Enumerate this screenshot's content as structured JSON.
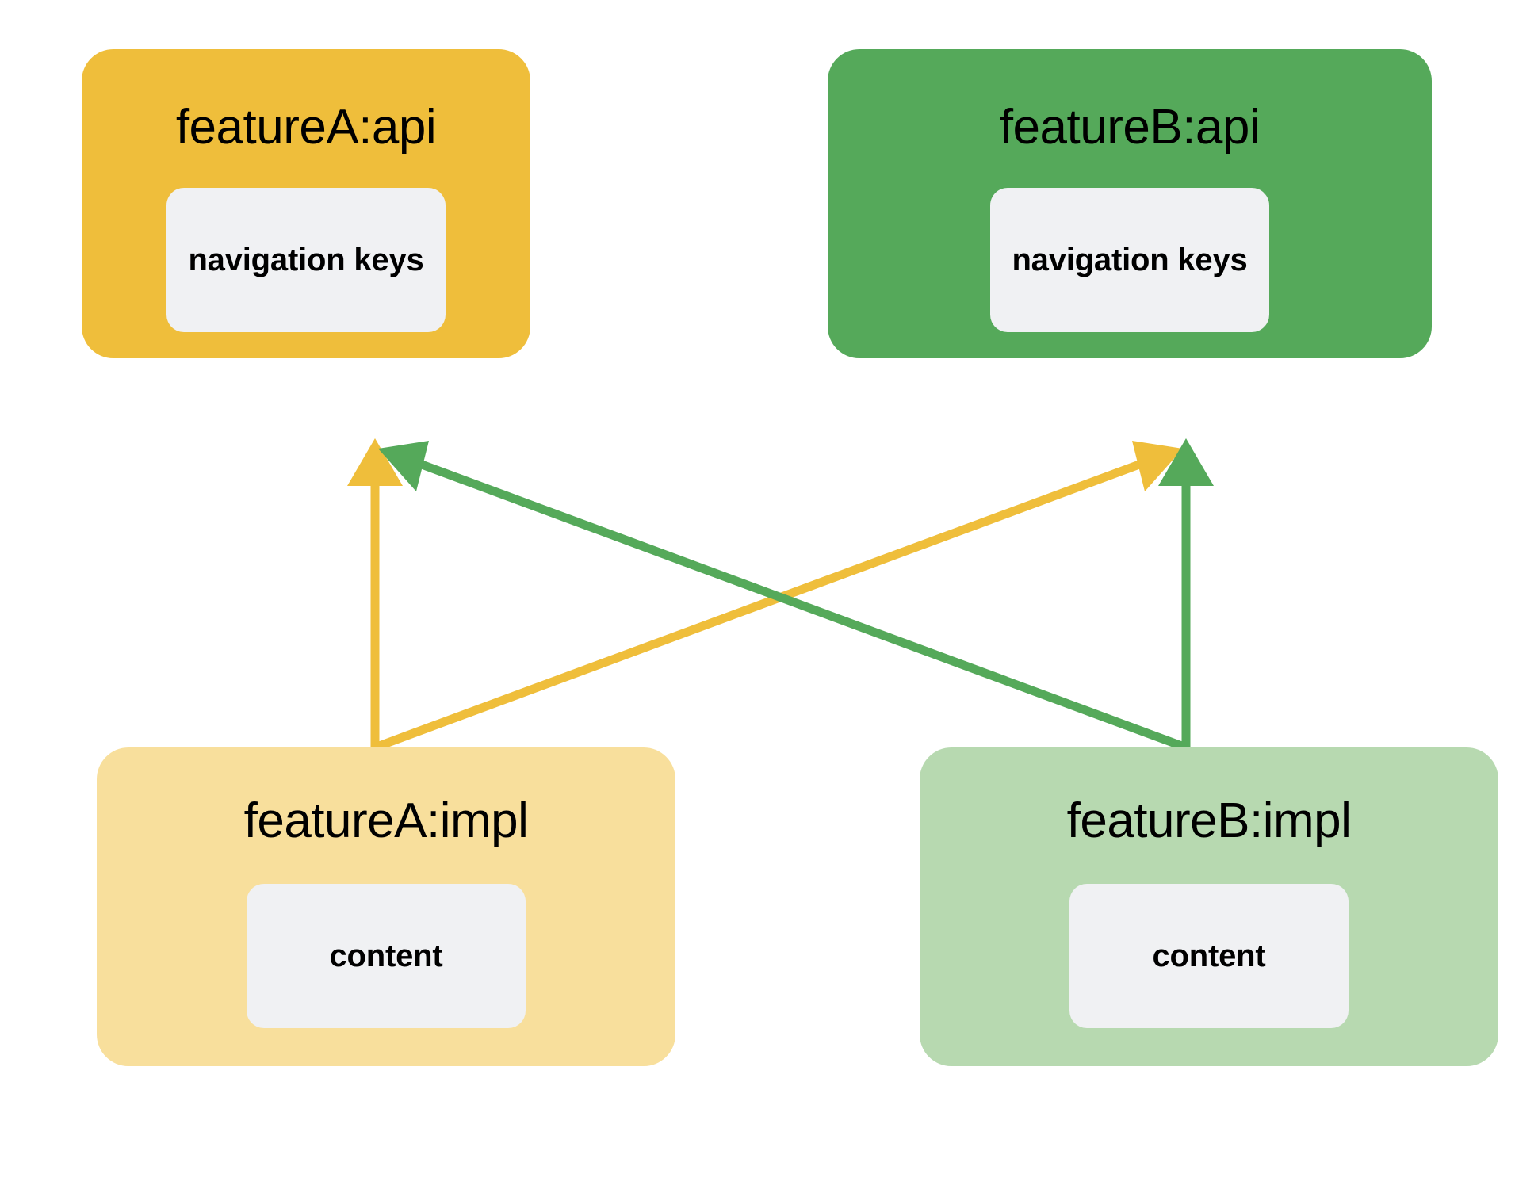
{
  "diagram": {
    "title_text": "",
    "background_color": "#FFFFFF",
    "colors": {
      "api_a": "#EFBE3B",
      "api_b": "#55A95A",
      "impl_a": "#F8DF9C",
      "impl_b": "#B7D9B0",
      "slot": "#F0F1F3",
      "arrow_a": "#EFBE3B",
      "arrow_b": "#55A95A",
      "text": "#000000"
    },
    "nodes": [
      {
        "id": "featureA-api",
        "title": "featureA:api",
        "slot_label": "navigation keys",
        "fill": "#EFBE3B",
        "role": "api",
        "column": "A"
      },
      {
        "id": "featureB-api",
        "title": "featureB:api",
        "slot_label": "navigation keys",
        "fill": "#55A95A",
        "role": "api",
        "column": "B"
      },
      {
        "id": "featureA-impl",
        "title": "featureA:impl",
        "slot_label": "content",
        "fill": "#F8DF9C",
        "role": "impl",
        "column": "A"
      },
      {
        "id": "featureB-impl",
        "title": "featureB:impl",
        "slot_label": "content",
        "fill": "#B7D9B0",
        "role": "impl",
        "column": "B"
      }
    ],
    "edges": [
      {
        "id": "edge-implA-to-apiA",
        "from": "featureA-impl",
        "to": "featureA-api",
        "color": "#EFBE3B",
        "label": ""
      },
      {
        "id": "edge-implA-to-apiB",
        "from": "featureA-impl",
        "to": "featureB-api",
        "color": "#EFBE3B",
        "label": ""
      },
      {
        "id": "edge-implB-to-apiB",
        "from": "featureB-impl",
        "to": "featureB-api",
        "color": "#55A95A",
        "label": ""
      },
      {
        "id": "edge-implB-to-apiA",
        "from": "featureB-impl",
        "to": "featureA-api",
        "color": "#55A95A",
        "label": ""
      }
    ]
  }
}
